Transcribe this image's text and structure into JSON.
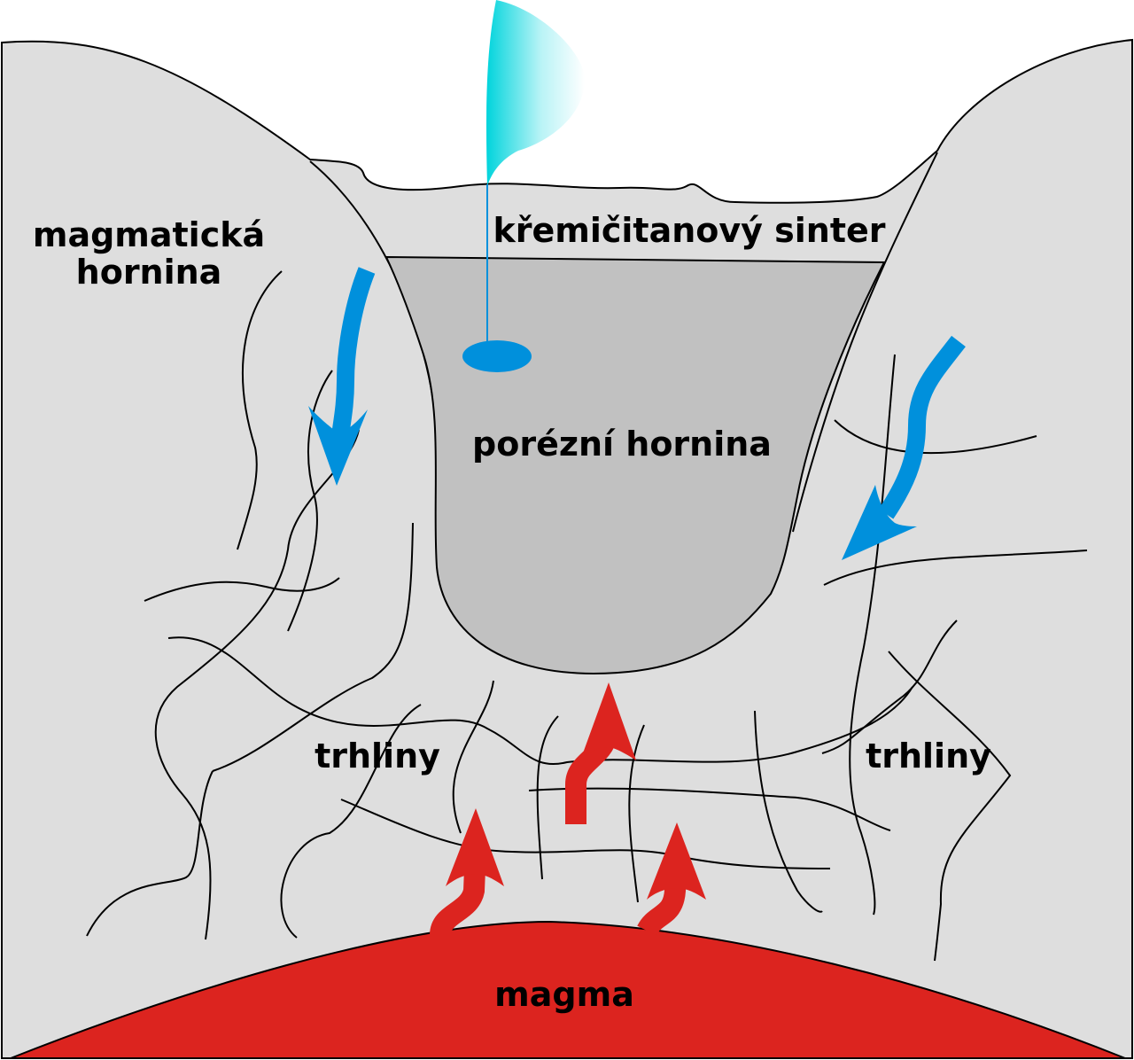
{
  "labels": {
    "igneous_rock": [
      "magmatická",
      "hornina"
    ],
    "sinter": "křemičitanový sinter",
    "porous_rock": "porézní hornina",
    "fractures_left": "trhliny",
    "fractures_right": "trhliny",
    "magma": "magma"
  },
  "colors": {
    "rock": "#dedede",
    "porous_rock": "#c1c1c1",
    "magma": "#dc241f",
    "cold_water": "#0090dc",
    "geyser_light": "#e8fbfc",
    "geyser_dark": "#00d4dc",
    "outline": "#000000"
  },
  "arrows": {
    "cold_water": [
      "arrow-down-left",
      "arrow-down-right"
    ],
    "hot_water": [
      "arrow-up",
      "arrow-up",
      "arrow-up"
    ]
  }
}
